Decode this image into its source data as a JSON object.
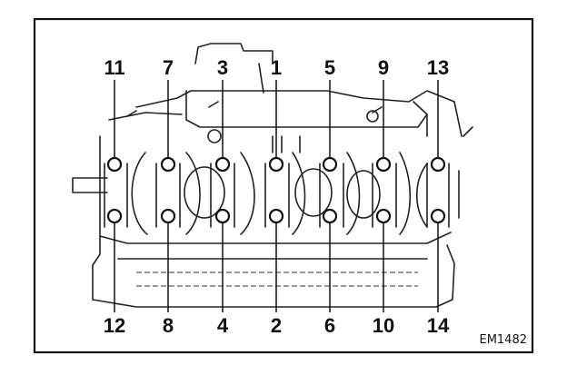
{
  "figure_code": "EM1482",
  "bolts": [
    {
      "top": "11",
      "bottom": "12"
    },
    {
      "top": "7",
      "bottom": "8"
    },
    {
      "top": "3",
      "bottom": "4"
    },
    {
      "top": "1",
      "bottom": "2"
    },
    {
      "top": "5",
      "bottom": "6"
    },
    {
      "top": "9",
      "bottom": "10"
    },
    {
      "top": "13",
      "bottom": "14"
    }
  ]
}
